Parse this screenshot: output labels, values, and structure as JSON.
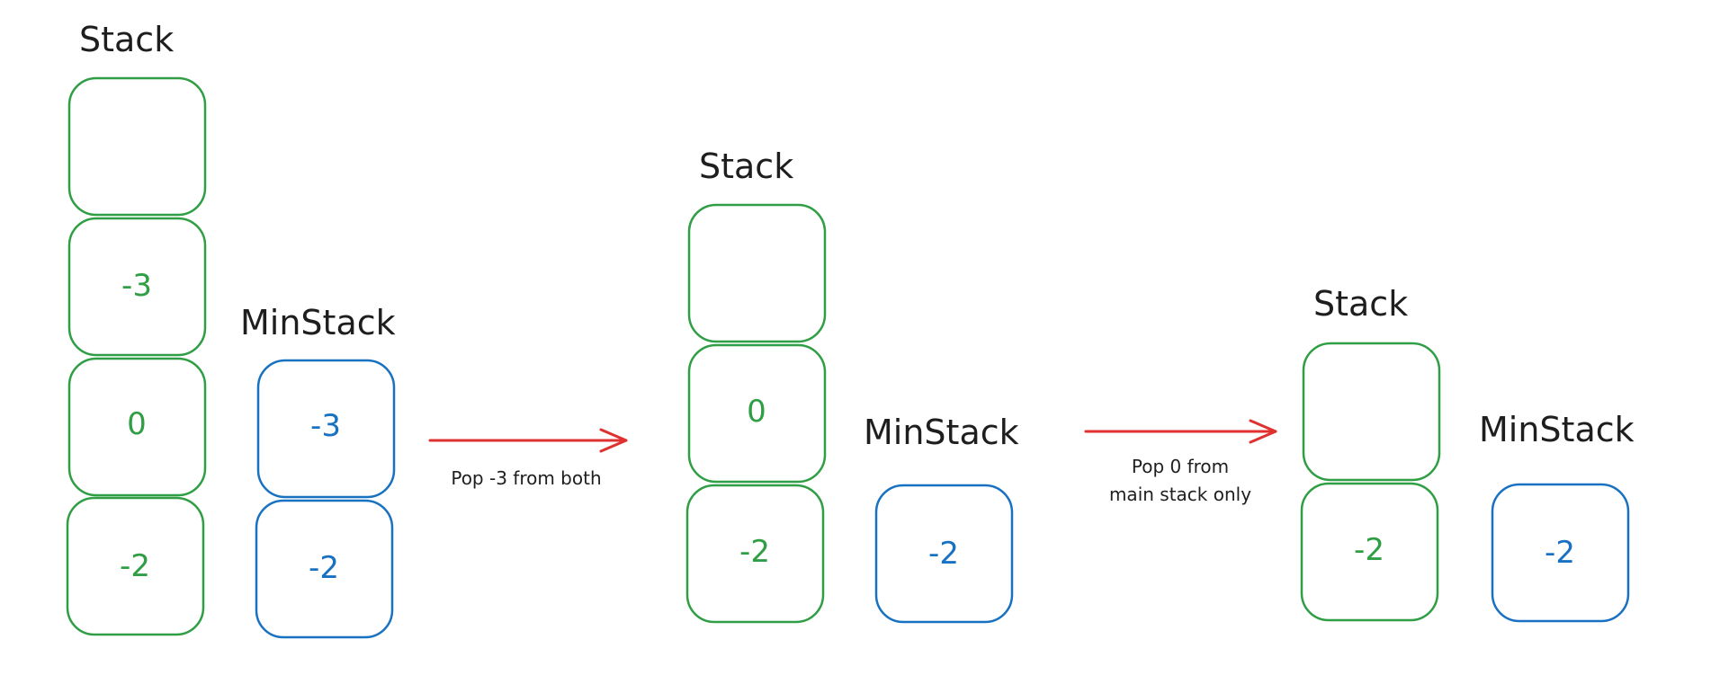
{
  "colors": {
    "stack": "#2f9e44",
    "min_stack": "#1971c2",
    "arrow": "#e03131",
    "text": "#1e1e1e"
  },
  "panels": [
    {
      "stack_label": "Stack",
      "stack_cells": [
        "",
        "-3",
        "0",
        "-2"
      ],
      "min_label": "MinStack",
      "min_cells": [
        "-3",
        "-2"
      ]
    },
    {
      "stack_label": "Stack",
      "stack_cells": [
        "",
        "0",
        "-2"
      ],
      "min_label": "MinStack",
      "min_cells": [
        "-2"
      ]
    },
    {
      "stack_label": "Stack",
      "stack_cells": [
        "",
        "-2"
      ],
      "min_label": "MinStack",
      "min_cells": [
        "-2"
      ]
    }
  ],
  "arrows": [
    {
      "caption": [
        "Pop -3 from both"
      ]
    },
    {
      "caption": [
        "Pop 0 from",
        "main stack only"
      ]
    }
  ]
}
